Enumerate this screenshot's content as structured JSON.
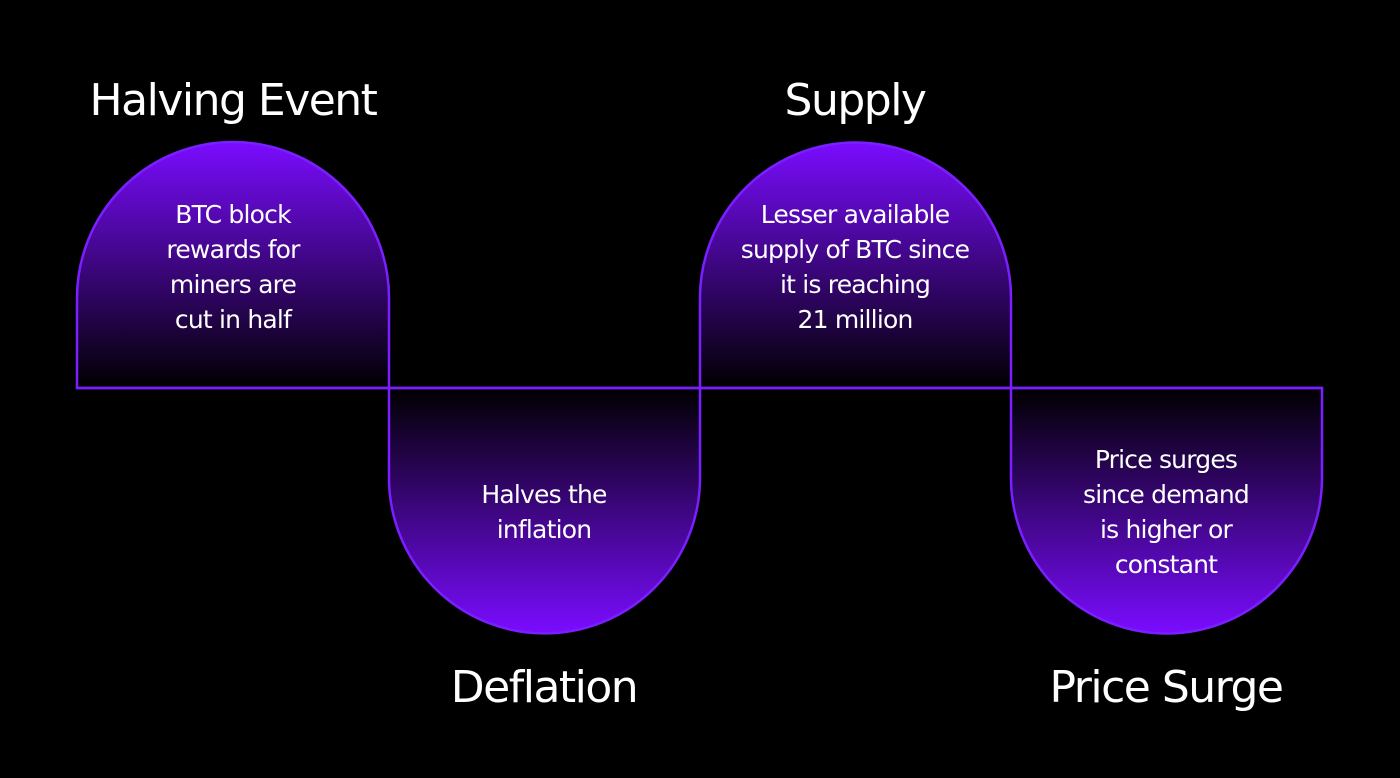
{
  "colors": {
    "background": "#000000",
    "stroke": "#7a1fff",
    "fill_bright": "#7a0cff",
    "fill_dark": "#000000",
    "text": "#ffffff"
  },
  "stages": [
    {
      "title": "Halving Event",
      "lines": [
        "BTC block",
        "rewards for",
        "miners are",
        "cut in half"
      ]
    },
    {
      "title": "Deflation",
      "lines": [
        "Halves the",
        "inflation"
      ]
    },
    {
      "title": "Supply",
      "lines": [
        "Lesser available",
        "supply of BTC since",
        "it is reaching",
        "21 million"
      ]
    },
    {
      "title": "Price Surge",
      "lines": [
        "Price surges",
        "since demand",
        "is higher or",
        "constant"
      ]
    }
  ]
}
